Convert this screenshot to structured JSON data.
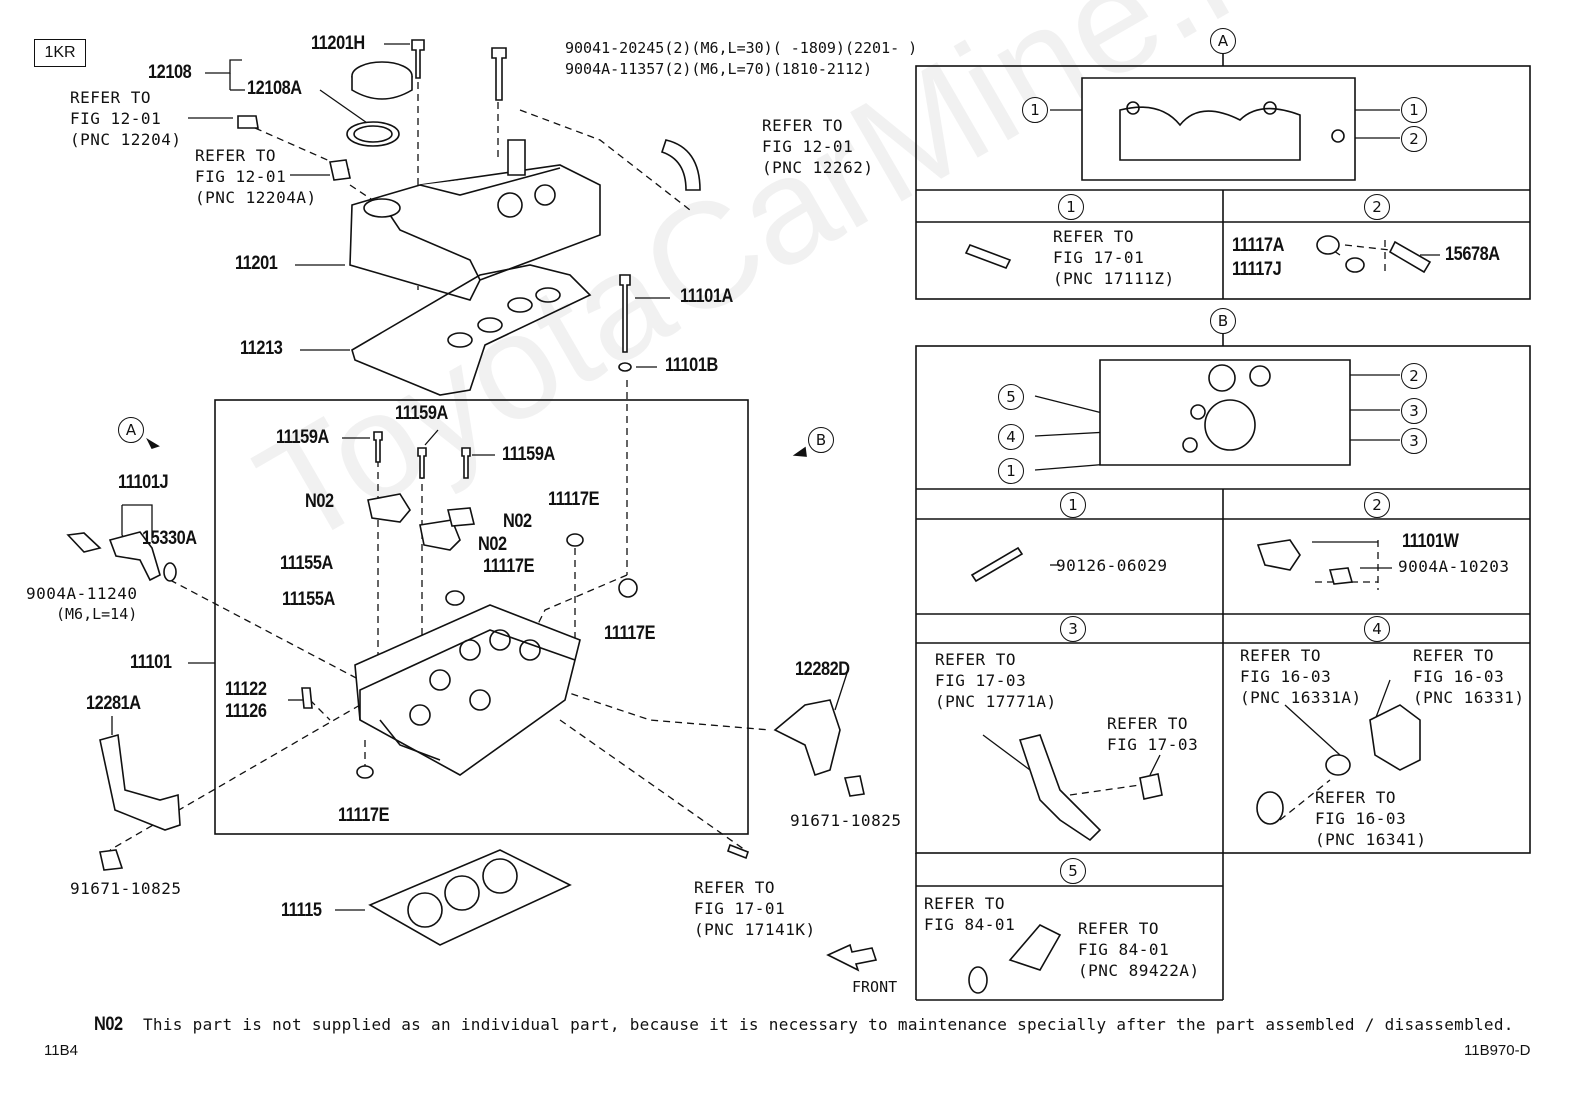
{
  "engine": "1KR",
  "watermark": "ToyotaCarMine.ru",
  "footer": {
    "note_code": "N02",
    "note_text": "This part is not supplied as an individual part, because it is necessary to maintenance specially after the part assembled / disassembled.",
    "left_code": "11B4",
    "right_code": "11B970-D"
  },
  "labels": {
    "p11201H": "11201H",
    "bolt1": "90041-20245(2)(M6,L=30)(      -1809)(2201-     )",
    "bolt2": "9004A-11357(2)(M6,L=70)(1810-2112)",
    "p12108": "12108",
    "p12108A": "12108A",
    "ref12204_1": "REFER TO",
    "ref12204_2": "FIG 12-01",
    "ref12204_3": "(PNC 12204)",
    "ref12204A_1": "REFER TO",
    "ref12204A_2": "FIG 12-01",
    "ref12204A_3": "(PNC 12204A)",
    "ref12262_1": "REFER TO",
    "ref12262_2": "FIG 12-01",
    "ref12262_3": "(PNC 12262)",
    "p11201": "11201",
    "p11213": "11213",
    "p11101A": "11101A",
    "p11101B": "11101B",
    "p11159A_1": "11159A",
    "p11159A_2": "11159A",
    "p11159A_3": "11159A",
    "p11101J": "11101J",
    "p15330A": "15330A",
    "n02_1": "N02",
    "n02_2": "N02",
    "n02_3": "N02",
    "p11117E_1": "11117E",
    "p11117E_2": "11117E",
    "p11117E_3": "11117E",
    "p11117E_4": "11117E",
    "p11155A_1": "11155A",
    "p11155A_2": "11155A",
    "p9004A11240": "9004A-11240",
    "p9004A11240_spec": "(M6,L=14)",
    "p11101": "11101",
    "p11122": "11122",
    "p11126": "11126",
    "p12281A": "12281A",
    "p12282D": "12282D",
    "p91671_1": "91671-10825",
    "p91671_2": "91671-10825",
    "p11115": "11115",
    "ref17141K_1": "REFER TO",
    "ref17141K_2": "FIG 17-01",
    "ref17141K_3": "(PNC 17141K)",
    "front": "FRONT",
    "circA": "A",
    "circB": "B"
  },
  "panelA": {
    "tag": "A",
    "sub1": "1",
    "sub2": "2",
    "callouts": [
      "1",
      "1",
      "2"
    ],
    "ref1_1": "REFER TO",
    "ref1_2": "FIG 17-01",
    "ref1_3": "(PNC 17111Z)",
    "p11117A": "11117A",
    "p11117J": "11117J",
    "p15678A": "15678A"
  },
  "panelB": {
    "tag": "B",
    "callouts": [
      "5",
      "4",
      "1",
      "2",
      "3",
      "3"
    ],
    "sub1": "1",
    "sub2": "2",
    "sub3": "3",
    "sub4": "4",
    "sub5": "5",
    "p90126": "90126-06029",
    "p11101W": "11101W",
    "p9004A10203": "9004A-10203",
    "ref17771A_1": "REFER TO",
    "ref17771A_2": "FIG 17-03",
    "ref17771A_3": "(PNC 17771A)",
    "ref1703_1": "REFER TO",
    "ref1703_2": "FIG 17-03",
    "ref16331A_1": "REFER TO",
    "ref16331A_2": "FIG 16-03",
    "ref16331A_3": "(PNC 16331A)",
    "ref16331_1": "REFER TO",
    "ref16331_2": "FIG 16-03",
    "ref16331_3": "(PNC 16331)",
    "ref16341_1": "REFER TO",
    "ref16341_2": "FIG 16-03",
    "ref16341_3": "(PNC 16341)",
    "ref8401_1": "REFER TO",
    "ref8401_2": "FIG 84-01",
    "ref89422A_1": "REFER TO",
    "ref89422A_2": "FIG 84-01",
    "ref89422A_3": "(PNC 89422A)"
  }
}
